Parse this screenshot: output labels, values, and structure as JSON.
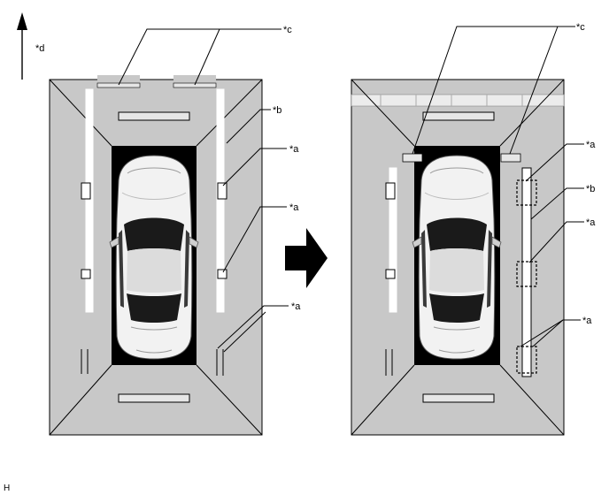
{
  "figure_code": "H",
  "callouts": {
    "a": "*a",
    "b": "*b",
    "c": "*c",
    "d": "*d"
  },
  "colors": {
    "floor": "#c8c8c8",
    "pit": "#000000",
    "marking": "#ffffff",
    "arrow": "#000000",
    "car_body": "#f2f2f2",
    "car_glass": "#1a1a1a"
  }
}
